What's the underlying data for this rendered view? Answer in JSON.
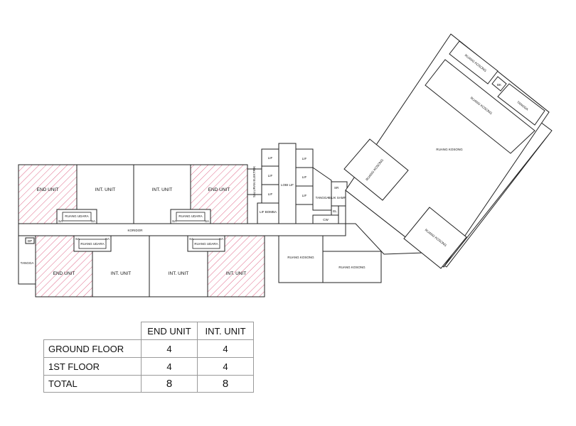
{
  "plan": {
    "hatch_color": "#e06a8a",
    "upper_units": [
      "END UNIT",
      "INT. UNIT",
      "INT. UNIT",
      "END UNIT"
    ],
    "lower_units": [
      "END UNIT",
      "INT. UNIT",
      "INT. UNIT",
      "INT. UNIT"
    ],
    "ruang_udara": "RUANG UDARA",
    "sa": "SA",
    "koridor": "KORIDOR",
    "tangga": "TANGGA",
    "dp": "DP",
    "lif": "LIF",
    "lobi_lif": "LOBI LIF",
    "lif_bomba": "LIF BOMBA",
    "saluran_elektrik": "SALURAN ELEKTRIK",
    "bilik_sampah": "BILIK SAMPAH",
    "cw": "CW",
    "sr": "SR",
    "el": "EL",
    "ruang_kosong": "RUANG KOSONG",
    "bk": "BK"
  },
  "table": {
    "headers": [
      "",
      "END UNIT",
      "INT. UNIT"
    ],
    "rows": [
      {
        "label": "GROUND FLOOR",
        "end": "4",
        "int": "4"
      },
      {
        "label": "1ST FLOOR",
        "end": "4",
        "int": "4"
      },
      {
        "label": "TOTAL",
        "end": "8",
        "int": "8"
      }
    ]
  }
}
